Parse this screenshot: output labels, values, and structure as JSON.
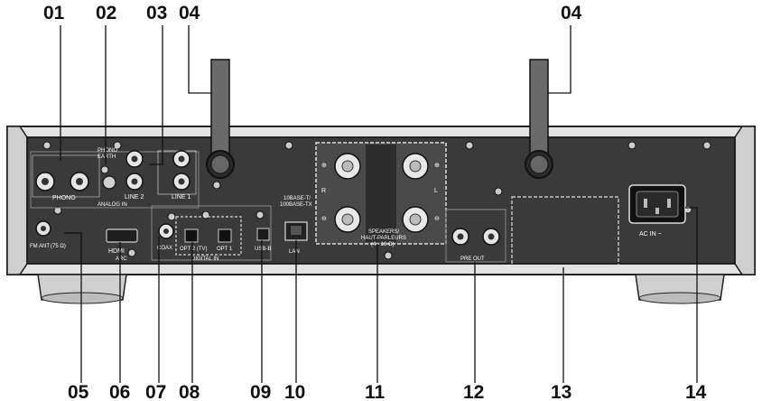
{
  "callouts_top": [
    "01",
    "02",
    "03",
    "04",
    "04"
  ],
  "callouts_bottom": [
    "05",
    "06",
    "07",
    "08",
    "09",
    "10",
    "11",
    "12",
    "13",
    "14"
  ],
  "panel_labels": {
    "phono": "PHONO",
    "phono_earth_1": "PHONO",
    "phono_earth_2": "EARTH",
    "line2": "LINE 2",
    "line1": "LINE 1",
    "analog_in": "ANALOG IN",
    "fm_ant": "FM ANT",
    "fm_ant_ohm": "(75 Ω)",
    "hdmi": "HDMI",
    "arc": "ARC",
    "coax": "COAX",
    "opt2": "OPT 2 (TV)",
    "opt1": "OPT 1",
    "usb_b": "USB-B",
    "digital_in": "DIGITAL IN",
    "lan_spec_1": "10BASE-T/",
    "lan_spec_2": "100BASE-TX",
    "lan": "LAN",
    "speakers_1": "SPEAKERS/",
    "speakers_2": "HAUT-PARLEURS",
    "speakers_3": "(4 - 16 Ω)",
    "pre_out": "PRE OUT",
    "ac_in": "AC IN ~",
    "r": "R",
    "l": "L"
  },
  "colors": {
    "panel": "#3a3a3a",
    "chassis": "#d8d8d8",
    "text": "#111111",
    "label": "#ffffff"
  }
}
